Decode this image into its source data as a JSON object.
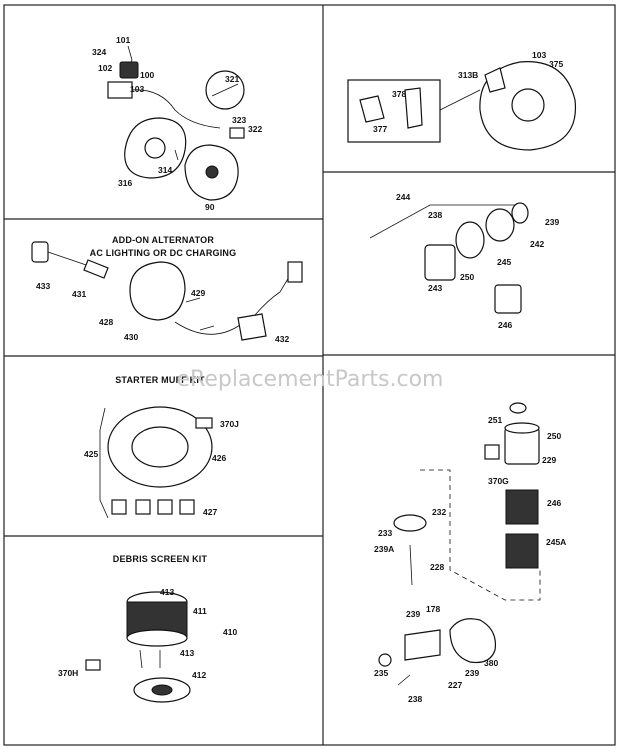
{
  "sections": {
    "alternator_kit": {
      "title_line1": "ADD-ON ALTERNATOR",
      "title_line2": "AC LIGHTING OR DC CHARGING"
    },
    "starter_muff_kit": {
      "title": "STARTER MUFF KIT"
    },
    "debris_screen_kit": {
      "title": "DEBRIS SCREEN KIT"
    }
  },
  "watermark": "eReplacementParts.com",
  "parts": {
    "p101": "101",
    "p324": "324",
    "p102": "102",
    "p100": "100",
    "p103a": "103",
    "p321": "321",
    "p323": "323",
    "p322": "322",
    "p316": "316",
    "p314": "314",
    "p90": "90",
    "p103b": "103",
    "p313b": "313B",
    "p375": "375",
    "p378": "378",
    "p377": "377",
    "p244": "244",
    "p238a": "238",
    "p239a": "239",
    "p242": "242",
    "p245": "245",
    "p250a": "250",
    "p243": "243",
    "p246a": "246",
    "p433": "433",
    "p431": "431",
    "p428": "428",
    "p430": "430",
    "p429": "429",
    "p432": "432",
    "p370j": "370J",
    "p425": "425",
    "p426": "426",
    "p427": "427",
    "p413a": "413",
    "p411": "411",
    "p410": "410",
    "p413b": "413",
    "p370h": "370H",
    "p412": "412",
    "p251": "251",
    "p250b": "250",
    "p229": "229",
    "p370g": "370G",
    "p246b": "246",
    "p232": "232",
    "p233": "233",
    "p239b": "239A",
    "p245a": "245A",
    "p228": "228",
    "p178": "178",
    "p239c": "239",
    "p380": "380",
    "p235": "235",
    "p227": "227",
    "p239d": "239",
    "p238b": "238"
  }
}
